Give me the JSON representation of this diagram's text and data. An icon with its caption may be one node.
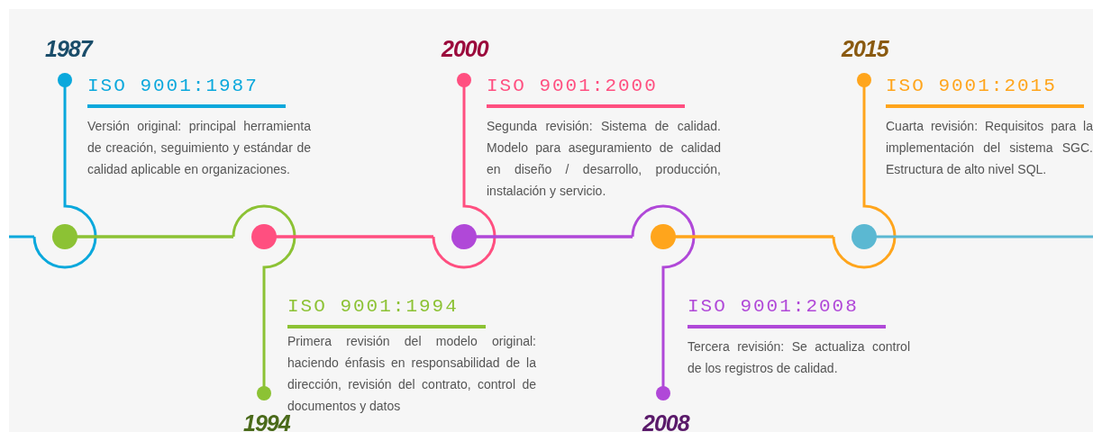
{
  "diagram": {
    "nodes": [
      {
        "text": [
          "ISO 9001:1987",
          "Versión original: principal herramienta de creación, seguimiento y estándar de calidad aplicable en organizaciones."
        ],
        "beside": [
          "1987"
        ]
      },
      {
        "text": [
          "ISO 9001:1994",
          "Primera revisión del modelo original: haciendo énfasis en responsabilidad de la dirección, revisión del contrato, control de documentos y datos"
        ],
        "beside": [
          "1994"
        ]
      },
      {
        "text": [
          "ISO 9001:2000",
          "Segunda revisión: Sistema de calidad. Modelo para aseguramiento de calidad en diseño / desarrollo, producción, instalación y servicio."
        ],
        "beside": [
          "2000"
        ]
      },
      {
        "text": [
          "ISO 9001:2008",
          "Tercera revisión: Se actualiza control de los registros de calidad."
        ],
        "beside": [
          "2008"
        ]
      },
      {
        "text": [
          "ISO 9001:2015",
          "Cuarta revisión: Requisitos para la implementación del sistema SGC. Estructura de alto nivel SQL."
        ],
        "beside": [
          "2015"
        ]
      }
    ]
  }
}
